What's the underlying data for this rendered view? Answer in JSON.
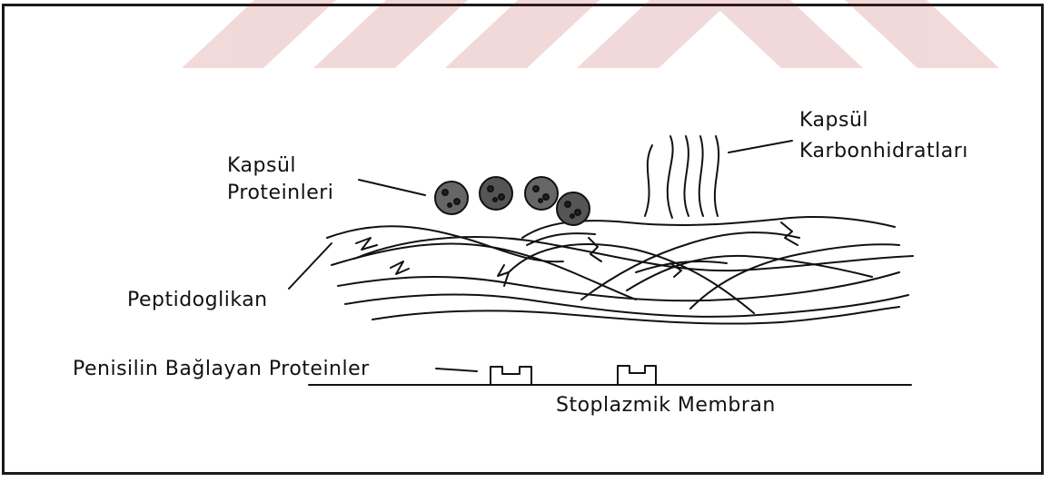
{
  "labels": {
    "capsule_proteins_line1": "Kapsül",
    "capsule_proteins_line2": "Proteinleri",
    "capsule_carbs_line1": "Kapsül",
    "capsule_carbs_line2": "Karbonhidratları",
    "peptidoglycan": "Peptidoglikan",
    "penicillin_binding_proteins": "Penisilin Bağlayan Proteinler",
    "membrane": "Stoplazmik Membran"
  },
  "colors": {
    "ink": "#111111",
    "watermark": "#b41a1a",
    "frame": "#1a1a1a"
  }
}
